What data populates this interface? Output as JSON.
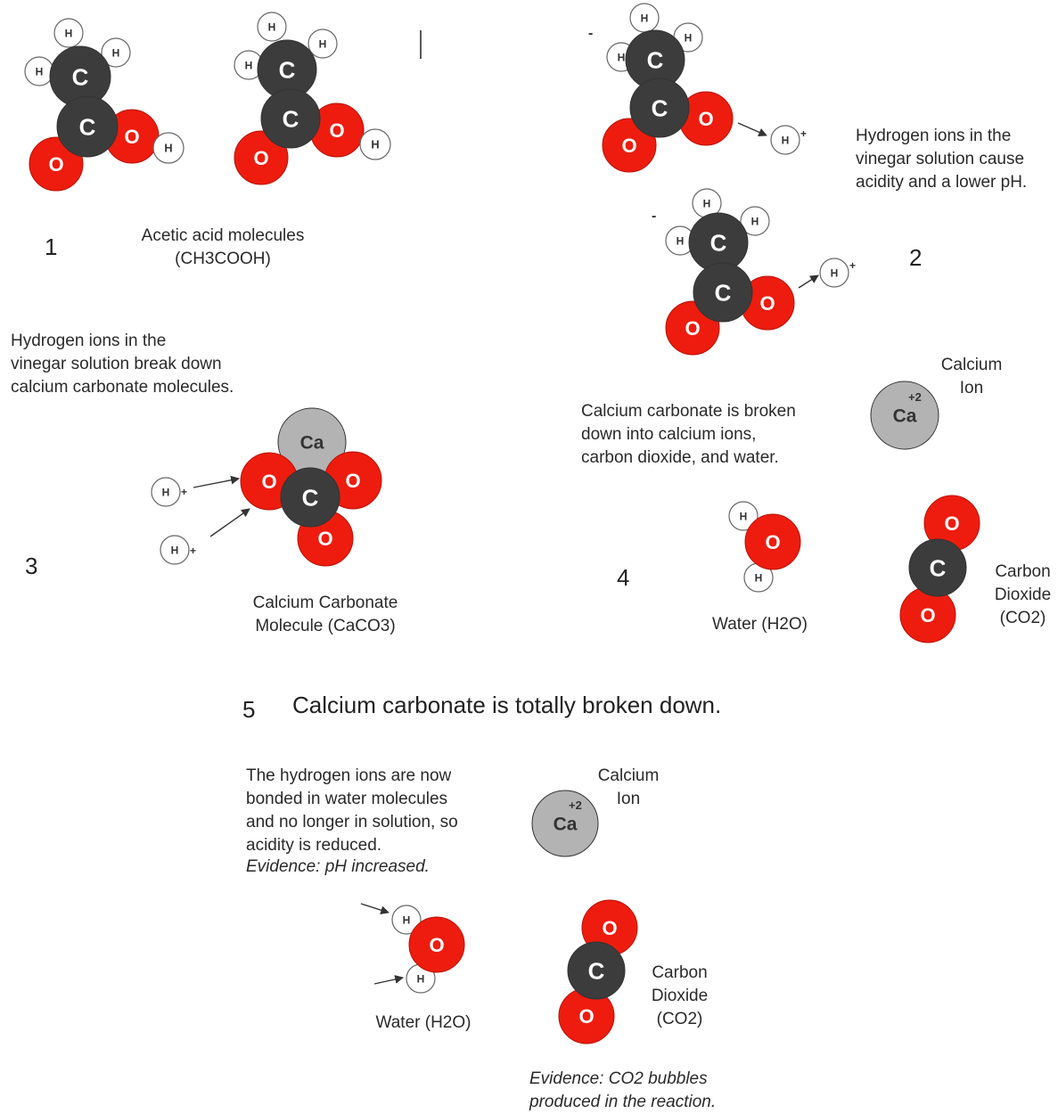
{
  "colors": {
    "carbon": "#3c3c3c",
    "oxygen": "#ee1c0e",
    "hydrogen": "#ffffff",
    "calcium": "#b3b3b3",
    "outline": "#555555",
    "text": "#2a2a2a"
  },
  "atom_labels": {
    "carbon": "C",
    "oxygen": "O",
    "hydrogen": "H",
    "calcium": "Ca",
    "charge_plus2": "+2",
    "plus": "+",
    "minus": "-"
  },
  "step1": {
    "number": "1",
    "label": "Acetic acid molecules\n(CH3COOH)"
  },
  "step2": {
    "number": "2",
    "description": "Hydrogen ions in the\nvinegar solution cause\nacidity and a lower pH."
  },
  "step3": {
    "number": "3",
    "description": "Hydrogen ions in the\nvinegar solution break down\ncalcium carbonate molecules.",
    "label": "Calcium Carbonate\nMolecule (CaCO3)"
  },
  "step4": {
    "number": "4",
    "description": "Calcium carbonate is broken\ndown into  calcium ions,\ncarbon dioxide, and water.",
    "calcium_label": "Calcium\nIon",
    "water_label": "Water (H2O)",
    "co2_label": "Carbon\nDioxide\n(CO2)"
  },
  "step5": {
    "number": "5",
    "heading": "Calcium carbonate is totally broken down.",
    "description": "The hydrogen ions are now\nbonded in water molecules\nand no longer in solution, so\nacidity is reduced.",
    "evidence_ph": "Evidence: pH increased.",
    "calcium_label": "Calcium\nIon",
    "water_label": "Water (H2O)",
    "co2_label": "Carbon\nDioxide\n(CO2)",
    "evidence_co2": "Evidence: CO2 bubbles\nproduced in the reaction."
  }
}
